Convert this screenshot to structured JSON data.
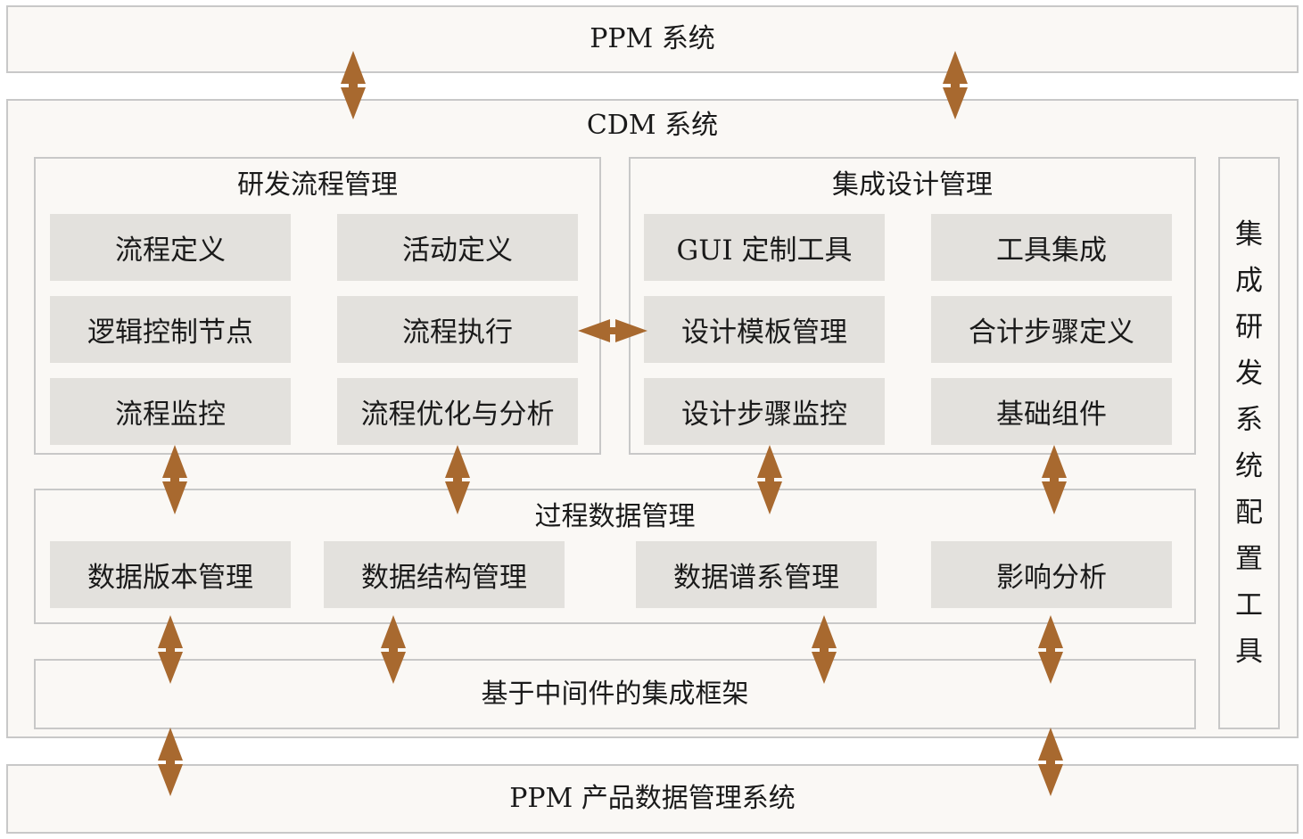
{
  "ppm_top": {
    "title": "PPM 系统"
  },
  "cdm": {
    "title": "CDM 系统"
  },
  "rd_process": {
    "title": "研发流程管理",
    "items": [
      "流程定义",
      "活动定义",
      "逻辑控制节点",
      "流程执行",
      "流程监控",
      "流程优化与分析"
    ]
  },
  "integrated_design": {
    "title": "集成设计管理",
    "items": [
      "GUI 定制工具",
      "工具集成",
      "设计模板管理",
      "合计步骤定义",
      "设计步骤监控",
      "基础组件"
    ]
  },
  "process_data": {
    "title": "过程数据管理",
    "items": [
      "数据版本管理",
      "数据结构管理",
      "数据谱系管理",
      "影响分析"
    ]
  },
  "middleware": {
    "title": "基于中间件的集成框架"
  },
  "config_tool": {
    "chars": [
      "集",
      "成",
      "研",
      "发",
      "系",
      "统",
      "配",
      "置",
      "工",
      "具"
    ]
  },
  "ppm_bottom": {
    "title": "PPM 产品数据管理系统"
  },
  "colors": {
    "arrow": "#a8692f",
    "cell": "#e3e1dd",
    "frame": "#faf8f5",
    "border": "#c8c8c8"
  }
}
